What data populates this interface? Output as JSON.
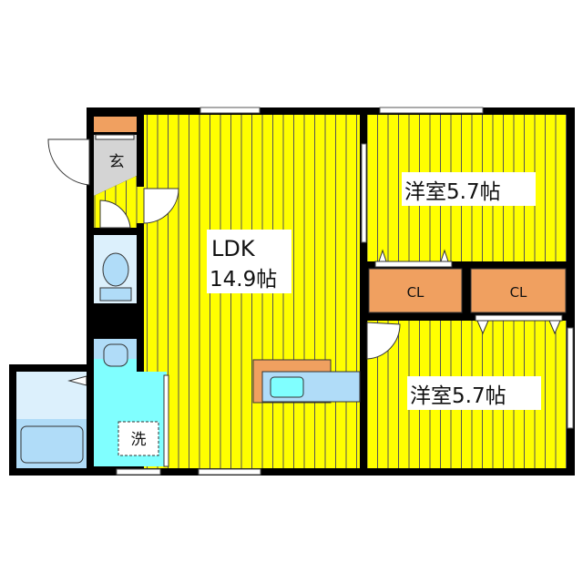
{
  "floorplan": {
    "rooms": {
      "ldk": {
        "name": "LDK",
        "size": "14.9帖"
      },
      "bedroom1": {
        "name": "洋室5.7帖"
      },
      "bedroom2": {
        "name": "洋室5.7帖"
      },
      "closet1": {
        "name": "CL"
      },
      "closet2": {
        "name": "CL"
      },
      "entrance": {
        "name": "玄"
      },
      "washer": {
        "name": "洗"
      }
    },
    "colors": {
      "floor": "#ffff00",
      "wall": "#000000",
      "closet": "#f0a060",
      "entrance": "#d4d4d4",
      "washroom": "#80ffff",
      "fixture": "#b0dcf8",
      "bath": "#dcf0fc"
    }
  }
}
